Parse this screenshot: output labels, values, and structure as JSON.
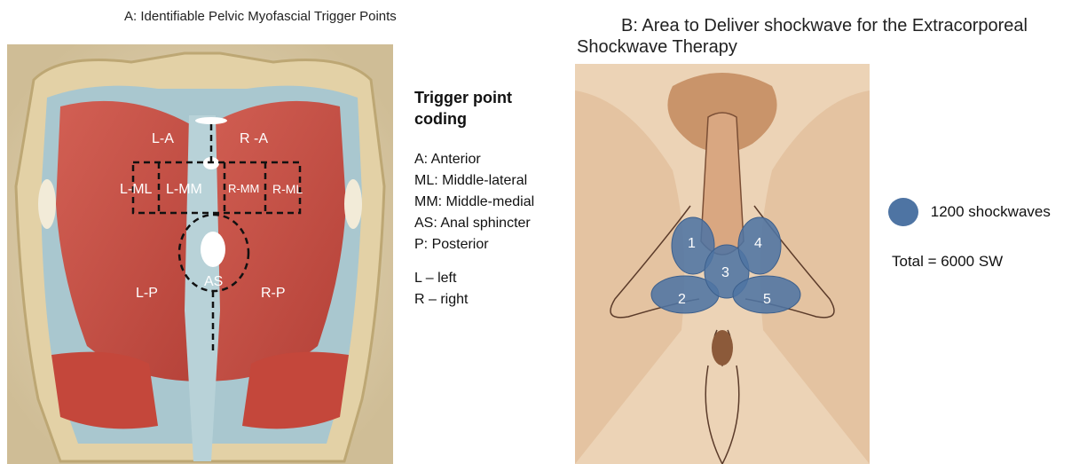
{
  "panelA": {
    "title": "A:  Identifiable Pelvic Myofascial Trigger Points",
    "labels": {
      "l_a": "L-A",
      "r_a": "R -A",
      "l_ml": "L-ML",
      "l_mm": "L-MM",
      "r_mm": "R-MM",
      "r_ml": "R-ML",
      "as": "AS",
      "l_p": "L-P",
      "r_p": "R-P"
    },
    "legend": {
      "title": "Trigger point coding",
      "items": [
        "A: Anterior",
        "ML: Middle-lateral",
        "MM: Middle-medial",
        "AS: Anal sphincter",
        "P: Posterior"
      ],
      "sides": [
        "L – left",
        "R – right"
      ]
    },
    "colors": {
      "muscle": "#c8433a",
      "fascia": "#a9c7cf",
      "bone": "#d9c9a0"
    }
  },
  "panelB": {
    "title_line1": "B:  Area to Deliver shockwave for the Extracorporeal",
    "title_line2": "Shockwave Therapy",
    "zone_labels": [
      "1",
      "2",
      "3",
      "4",
      "5"
    ],
    "legend_label": "1200 shockwaves",
    "total": "Total = 6000 SW",
    "colors": {
      "zone": "#4e74a3",
      "skin": "#ecd3b6"
    }
  }
}
